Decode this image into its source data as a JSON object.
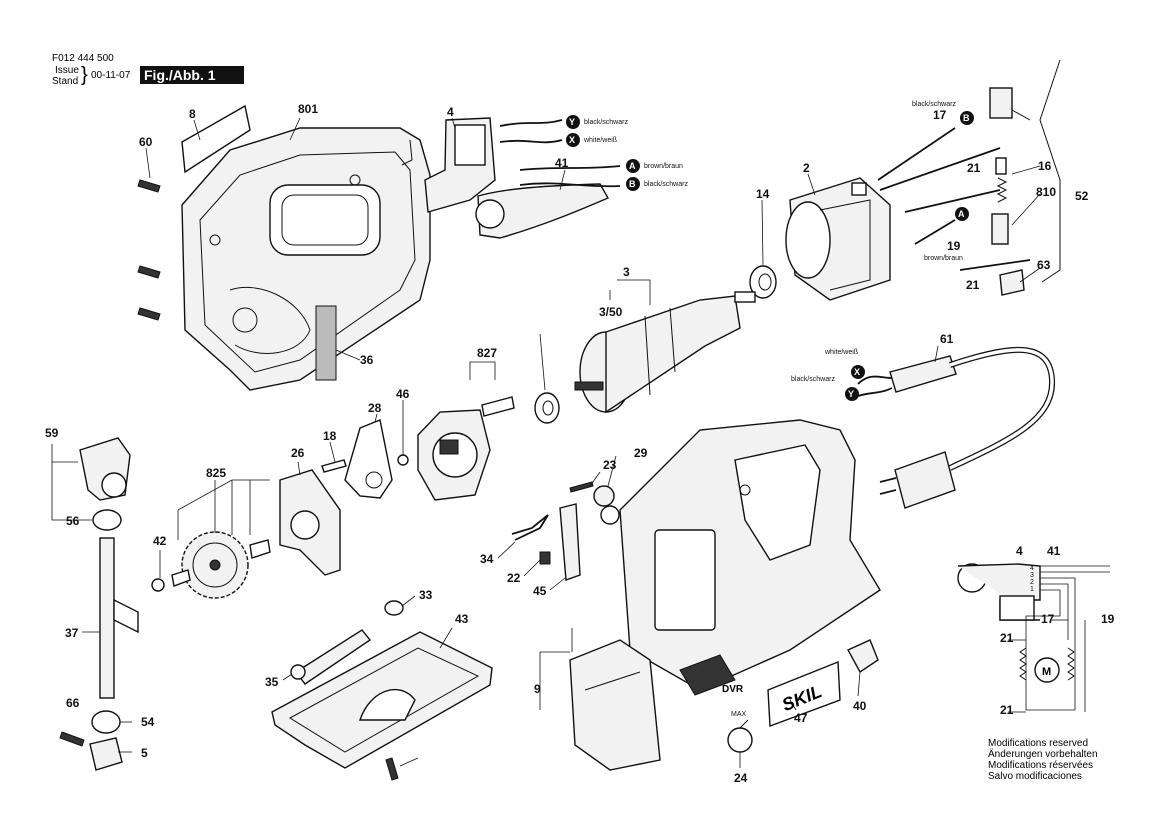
{
  "header": {
    "doc_number": "F012 444 500",
    "issue_label": "Issue",
    "stand_label": "Stand",
    "issue_date": "00-11-07",
    "figure_label": "Fig./Abb. 1"
  },
  "part_numbers": [
    "8",
    "801",
    "4",
    "41",
    "60",
    "36",
    "2",
    "14",
    "3",
    "3/50",
    "827",
    "28",
    "46",
    "18",
    "26",
    "825",
    "42",
    "59",
    "56",
    "37",
    "66",
    "54",
    "5",
    "61",
    "23",
    "29",
    "34",
    "22",
    "45",
    "33",
    "43",
    "35",
    "9",
    "47",
    "24",
    "40",
    "17",
    "21",
    "16",
    "810",
    "52",
    "19",
    "63"
  ],
  "wire_labels": {
    "y_black": "black/schwarz",
    "x_white": "white/weiß",
    "a_brown": "brown/braun",
    "b_black": "black/schwarz",
    "top_black": "black/schwarz",
    "motor_brown": "brown/braun",
    "cord_white": "white/weiß",
    "cord_black": "black/schwarz"
  },
  "connector_letters": [
    "Y",
    "X",
    "A",
    "B",
    "B",
    "A",
    "X",
    "Y"
  ],
  "schematic": {
    "motor_letter": "M",
    "terminal_numbers": [
      "4",
      "3",
      "2",
      "1"
    ],
    "dvr_label": "DVR",
    "max_label": "MAX",
    "skil_logo": "SKIL"
  },
  "notes": [
    "Modifications reserved",
    "Änderungen vorbehalten",
    "Modifications réservées",
    "Salvo modificaciones"
  ]
}
